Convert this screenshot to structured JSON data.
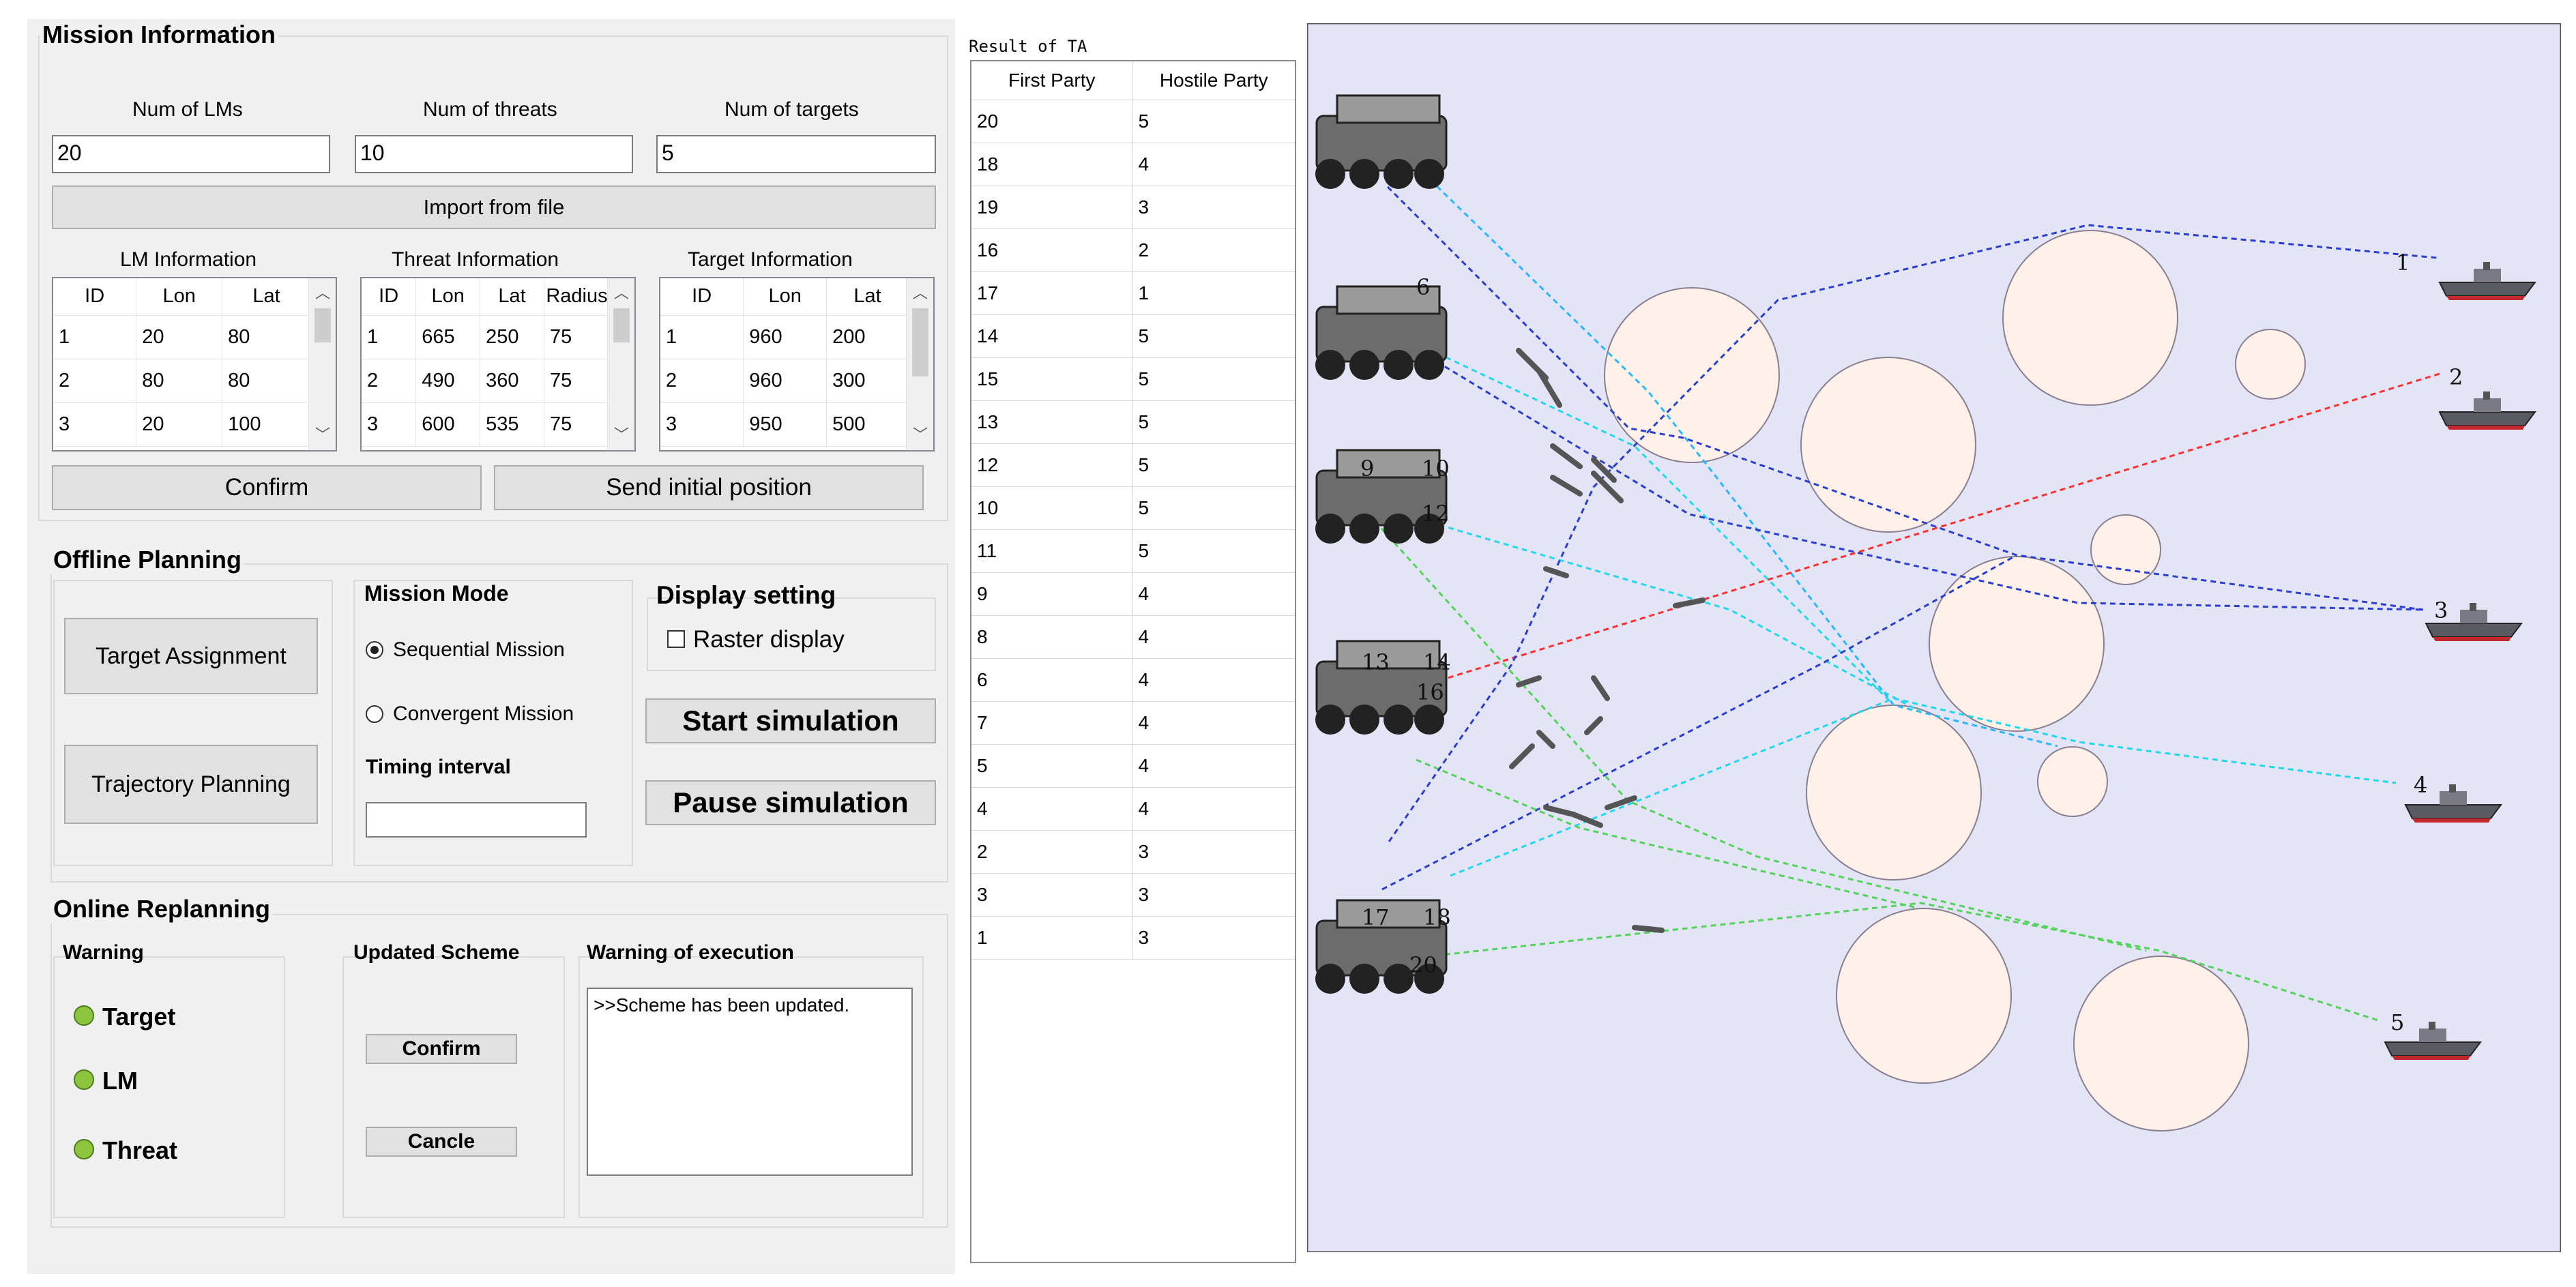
{
  "mission": {
    "title": "Mission Information",
    "num_lms_label": "Num of LMs",
    "num_threats_label": "Num of threats",
    "num_targets_label": "Num of targets",
    "num_lms": "20",
    "num_threats": "10",
    "num_targets": "5",
    "import_button": "Import from file",
    "lm_title": "LM Information",
    "threat_title": "Threat Information",
    "target_title": "Target Information",
    "lm_columns": [
      "ID",
      "Lon",
      "Lat"
    ],
    "lm_rows": [
      [
        "1",
        "20",
        "80"
      ],
      [
        "2",
        "80",
        "80"
      ],
      [
        "3",
        "20",
        "100"
      ]
    ],
    "threat_columns": [
      "ID",
      "Lon",
      "Lat",
      "Radius"
    ],
    "threat_rows": [
      [
        "1",
        "665",
        "250",
        "75"
      ],
      [
        "2",
        "490",
        "360",
        "75"
      ],
      [
        "3",
        "600",
        "535",
        "75"
      ]
    ],
    "target_columns": [
      "ID",
      "Lon",
      "Lat"
    ],
    "target_rows": [
      [
        "1",
        "960",
        "200"
      ],
      [
        "2",
        "960",
        "300"
      ],
      [
        "3",
        "950",
        "500"
      ]
    ],
    "confirm_button": "Confirm",
    "send_button": "Send initial position"
  },
  "offline": {
    "title": "Offline Planning",
    "target_assignment_button": "Target Assignment",
    "trajectory_planning_button": "Trajectory Planning",
    "mission_mode_title": "Mission Mode",
    "sequential_label": "Sequential Mission",
    "convergent_label": "Convergent Mission",
    "sequential_selected": true,
    "timing_label": "Timing interval",
    "timing_value": "",
    "display_title": "Display setting",
    "raster_label": "Raster display",
    "raster_checked": false,
    "start_button": "Start simulation",
    "pause_button": "Pause simulation"
  },
  "online": {
    "title": "Online Replanning",
    "warning_title": "Warning",
    "warnings": [
      "Target",
      "LM",
      "Threat"
    ],
    "led_color": "#8dc53e",
    "updated_title": "Updated Scheme",
    "confirm_button": "Confirm",
    "cancel_button": "Cancle",
    "execution_title": "Warning of execution",
    "execution_log": ">>Scheme has been updated."
  },
  "ta": {
    "title": "Result of TA",
    "columns": [
      "First Party",
      "Hostile Party"
    ],
    "rows": [
      [
        "20",
        "5"
      ],
      [
        "18",
        "4"
      ],
      [
        "19",
        "3"
      ],
      [
        "16",
        "2"
      ],
      [
        "17",
        "1"
      ],
      [
        "14",
        "5"
      ],
      [
        "15",
        "5"
      ],
      [
        "13",
        "5"
      ],
      [
        "12",
        "5"
      ],
      [
        "10",
        "5"
      ],
      [
        "11",
        "5"
      ],
      [
        "9",
        "4"
      ],
      [
        "8",
        "4"
      ],
      [
        "6",
        "4"
      ],
      [
        "7",
        "4"
      ],
      [
        "5",
        "4"
      ],
      [
        "4",
        "4"
      ],
      [
        "2",
        "3"
      ],
      [
        "3",
        "3"
      ],
      [
        "1",
        "3"
      ]
    ]
  },
  "map": {
    "background": "#e4e4f7",
    "threat_fill": "#fdf1ea",
    "ship_labels": [
      "1",
      "2",
      "3",
      "4",
      "5"
    ],
    "vehicle_labels": [
      "6",
      "9",
      "10",
      "12",
      "13",
      "14",
      "16",
      "17",
      "18",
      "20"
    ],
    "line_colors": [
      "#1f3fd8",
      "#2ab7ff",
      "#52d35a",
      "#ff3030",
      "#23d8e8"
    ]
  }
}
